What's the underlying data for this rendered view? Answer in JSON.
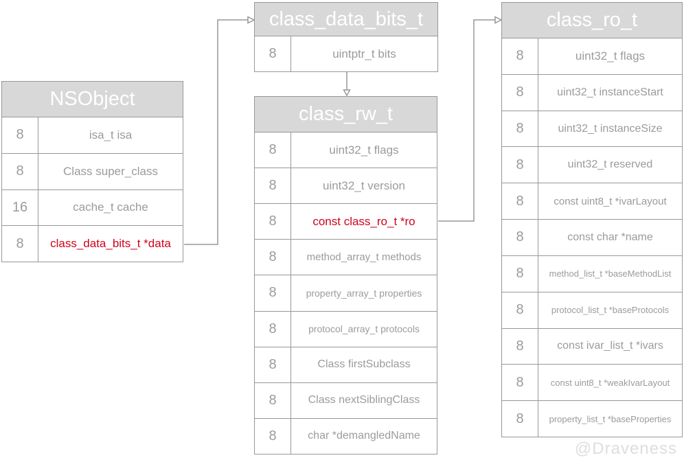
{
  "diagram": {
    "watermark": "@Draveness",
    "colors": {
      "header_bg": "#d8d8d8",
      "header_text": "#ffffff",
      "border": "#979797",
      "text_gray": "#9b9b9b",
      "highlight_red": "#d0021b",
      "watermark_gray": "#dedede"
    },
    "tables": {
      "nsobject": {
        "title": "NSObject",
        "rows": [
          {
            "size": "8",
            "label": "isa_t isa"
          },
          {
            "size": "8",
            "label": "Class super_class"
          },
          {
            "size": "16",
            "label": "cache_t cache"
          },
          {
            "size": "8",
            "label": "class_data_bits_t *data",
            "highlight": true
          }
        ]
      },
      "class_data_bits": {
        "title": "class_data_bits_t",
        "rows": [
          {
            "size": "8",
            "label": "uintptr_t bits"
          }
        ]
      },
      "class_rw": {
        "title": "class_rw_t",
        "rows": [
          {
            "size": "8",
            "label": "uint32_t flags"
          },
          {
            "size": "8",
            "label": "uint32_t version"
          },
          {
            "size": "8",
            "label": "const class_ro_t *ro",
            "highlight": true
          },
          {
            "size": "8",
            "label": "method_array_t methods"
          },
          {
            "size": "8",
            "label": "property_array_t properties"
          },
          {
            "size": "8",
            "label": "protocol_array_t protocols"
          },
          {
            "size": "8",
            "label": "Class firstSubclass"
          },
          {
            "size": "8",
            "label": "Class nextSiblingClass"
          },
          {
            "size": "8",
            "label": "char *demangledName"
          }
        ]
      },
      "class_ro": {
        "title": "class_ro_t",
        "rows": [
          {
            "size": "8",
            "label": "uint32_t flags"
          },
          {
            "size": "8",
            "label": "uint32_t instanceStart"
          },
          {
            "size": "8",
            "label": "uint32_t instanceSize"
          },
          {
            "size": "8",
            "label": "uint32_t reserved"
          },
          {
            "size": "8",
            "label": "const uint8_t *ivarLayout"
          },
          {
            "size": "8",
            "label": "const char *name"
          },
          {
            "size": "8",
            "label": "method_list_t *baseMethodList"
          },
          {
            "size": "8",
            "label": "protocol_list_t *baseProtocols"
          },
          {
            "size": "8",
            "label": "const ivar_list_t *ivars"
          },
          {
            "size": "8",
            "label": "const uint8_t *weakIvarLayout"
          },
          {
            "size": "8",
            "label": "property_list_t *baseProperties"
          }
        ]
      }
    }
  }
}
